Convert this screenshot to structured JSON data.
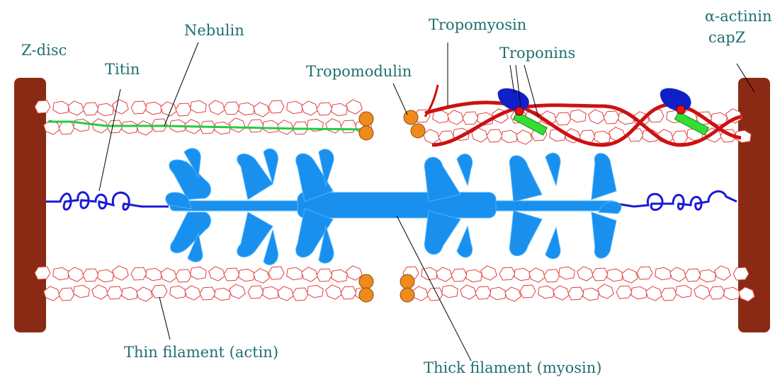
{
  "labels": {
    "z_disc": "Z-disc",
    "titin": "Titin",
    "nebulin": "Nebulin",
    "tropomodulin": "Tropomodulin",
    "tropomyosin": "Tropomyosin",
    "troponins": "Troponins",
    "alpha_actinin": "α-actinin",
    "capz": "capZ",
    "thin_filament": "Thin filament (actin)",
    "thick_filament": "Thick filament (myosin)"
  },
  "colors": {
    "label_text": "#1f6f6f",
    "z_disc": "#8b2a14",
    "actin": "#e04040",
    "nebulin": "#22cc44",
    "titin": "#1a1ad6",
    "myosin": "#1a90ee",
    "tropomodulin": "#f08a1c",
    "tropomyosin": "#cc1111",
    "troponin_blue": "#1020c8",
    "troponin_red": "#ee1111",
    "troponin_green": "#33dd33"
  }
}
